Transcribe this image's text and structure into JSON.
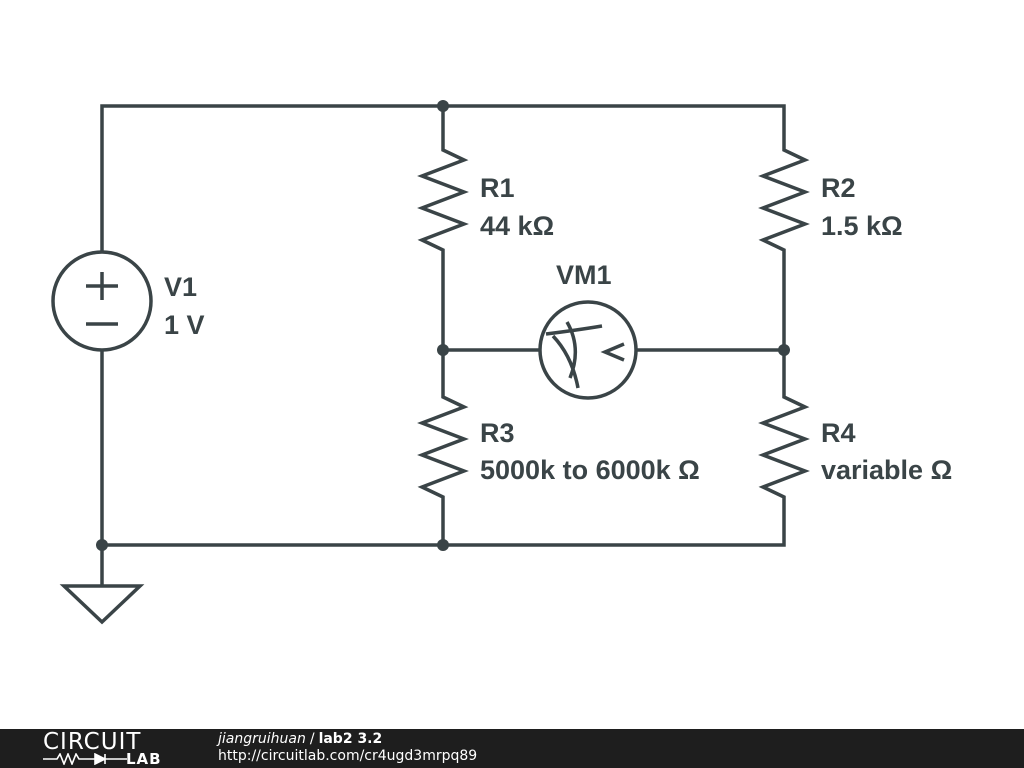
{
  "components": {
    "V1": {
      "name": "V1",
      "value": "1 V"
    },
    "R1": {
      "name": "R1",
      "value": "44 kΩ"
    },
    "R2": {
      "name": "R2",
      "value": "1.5 kΩ"
    },
    "R3": {
      "name": "R3",
      "value": "5000k to 6000k Ω"
    },
    "R4": {
      "name": "R4",
      "value": "variable Ω"
    },
    "VM1": {
      "name": "VM1"
    }
  },
  "voltmeter_symbol": "<",
  "footer": {
    "logo_top": "CIRCUIT",
    "logo_bottom": "LAB",
    "author": "jiangruihuan",
    "separator": "/",
    "title": "lab2 3.2",
    "url": "http://circuitlab.com/cr4ugd3mrpq89"
  },
  "colors": {
    "wire": "#3a4447",
    "footer_bg": "#1e1e1e",
    "background": "#ffffff"
  }
}
